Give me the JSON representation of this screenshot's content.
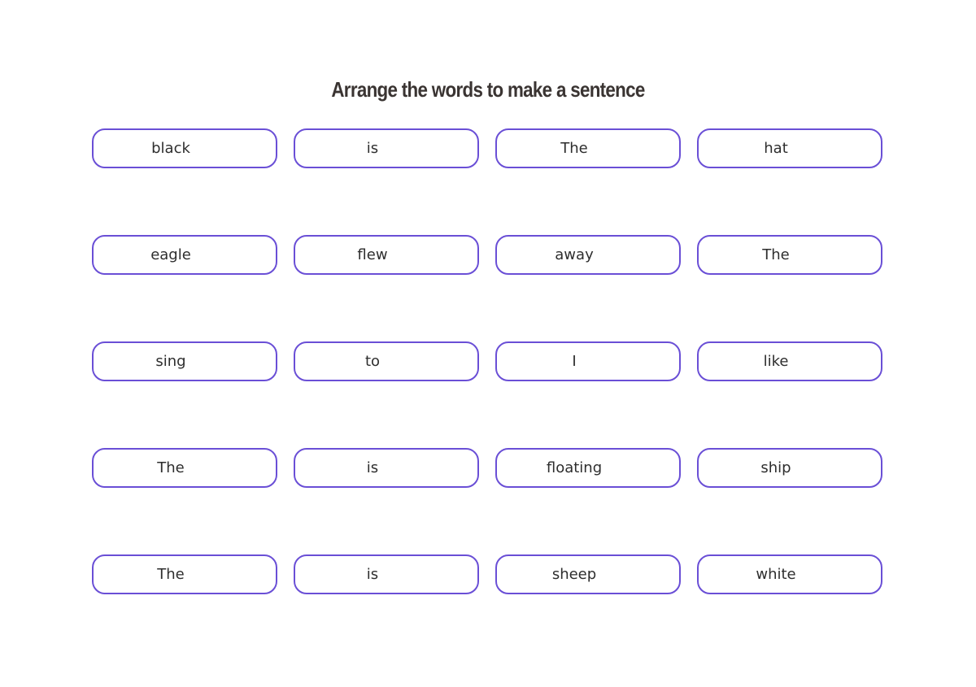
{
  "title": "Arrange the words to make a sentence",
  "accent_color": "#6a4fd6",
  "rows": [
    [
      "black",
      "is",
      "The",
      "hat"
    ],
    [
      "eagle",
      "flew",
      "away",
      "The"
    ],
    [
      "sing",
      "to",
      "I",
      "like"
    ],
    [
      "The",
      "is",
      "floating",
      "ship"
    ],
    [
      "The",
      "is",
      "sheep",
      "white"
    ]
  ]
}
